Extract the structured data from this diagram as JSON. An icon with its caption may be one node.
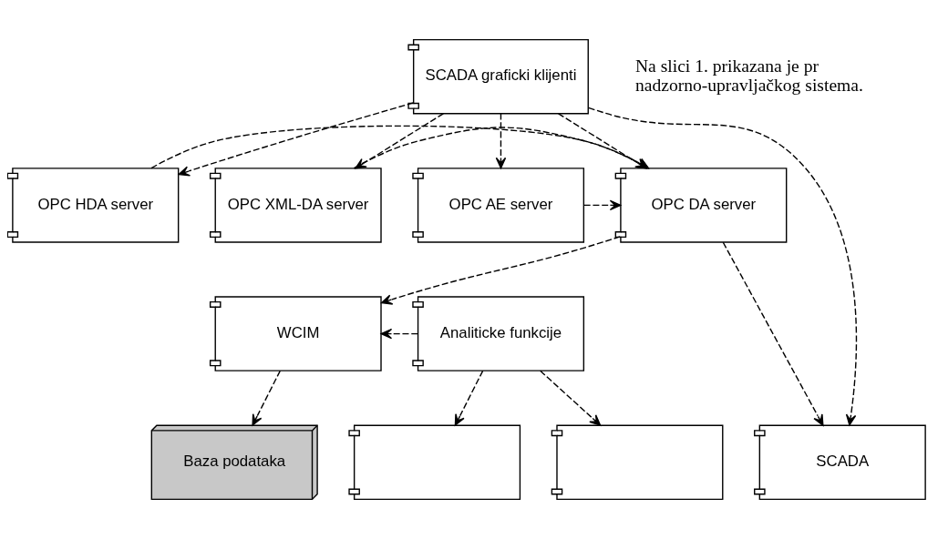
{
  "diagram": {
    "nodes": [
      {
        "text": [
          "SCADA graficki klijenti"
        ]
      },
      {
        "text": [
          "OPC AE server"
        ]
      },
      {
        "text": [
          "OPC DA server"
        ]
      },
      {
        "text": [
          "OPC HDA server"
        ]
      },
      {
        "text": [
          "OPC XML-DA server"
        ]
      },
      {
        "text": [
          "WCIM"
        ]
      },
      {
        "text": [
          "Analiticke funkcije"
        ]
      },
      {
        "text": [
          "SCADA"
        ]
      },
      {
        "text": [
          "Baza podataka"
        ]
      },
      {
        "text": [],
        "shape": "box"
      },
      {
        "text": [],
        "shape": "box"
      }
    ],
    "edges": [
      {
        "from": 0,
        "to": 1,
        "arrow": "to"
      },
      {
        "from": 0,
        "to": 2,
        "arrow": "to"
      },
      {
        "from": 0,
        "to": 3,
        "arrow": "to"
      },
      {
        "from": 0,
        "to": 4,
        "arrow": "to"
      },
      {
        "from": 0,
        "to": 7,
        "arrow": "to"
      },
      {
        "from": 1,
        "to": 2,
        "arrow": "to"
      },
      {
        "from": 3,
        "to": 2,
        "arrow": "to"
      },
      {
        "from": 4,
        "to": 2,
        "arrow": "to"
      },
      {
        "from": 2,
        "to": 5,
        "arrow": "to"
      },
      {
        "from": 2,
        "to": 7,
        "arrow": "to"
      },
      {
        "from": 6,
        "to": 5,
        "arrow": "to"
      },
      {
        "from": 5,
        "to": 8,
        "arrow": "to"
      },
      {
        "from": 6,
        "to": 9,
        "arrow": "to"
      },
      {
        "from": 6,
        "to": 10,
        "arrow": "to"
      }
    ],
    "labels": [
      "Na slici 1. prikazana je pr",
      "nadzorno-upravljačkog sistema."
    ]
  }
}
